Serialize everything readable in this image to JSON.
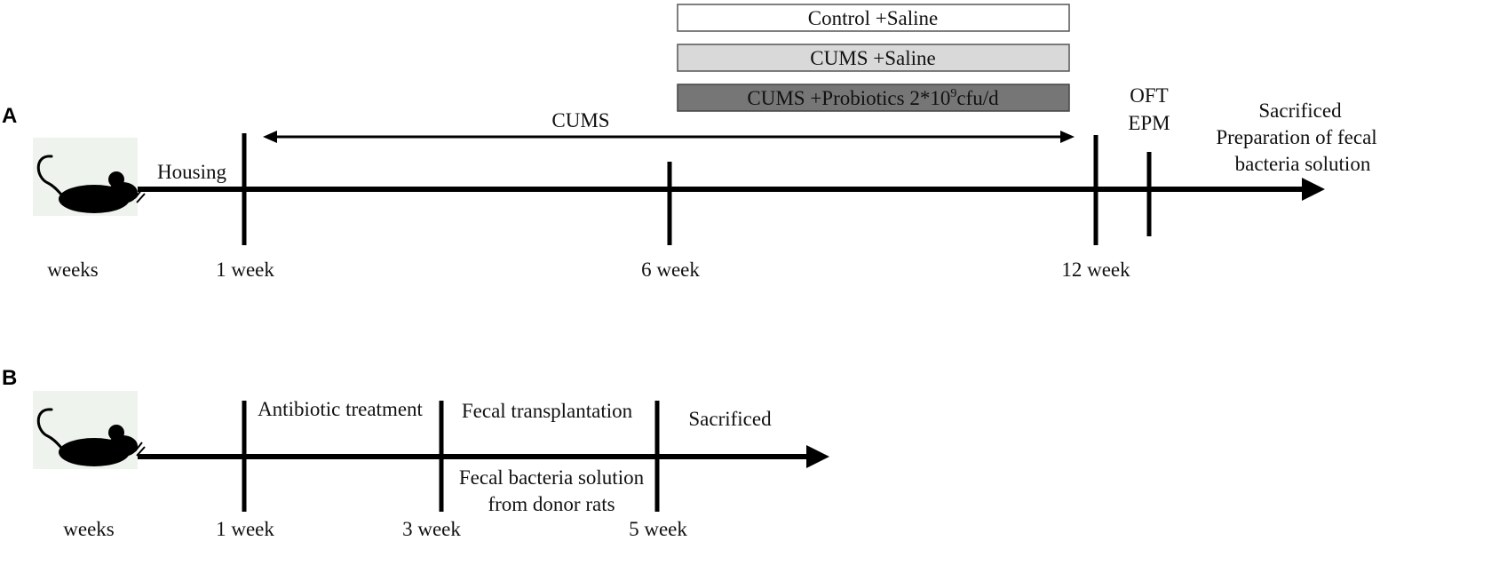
{
  "colors": {
    "line": "#000000",
    "control_box": "#ffffff",
    "cums_saline_box": "#d9d9d9",
    "probiotics_box": "#767676",
    "mouse_bg": "#eef3ee"
  },
  "panel_a": {
    "label": "A",
    "groups": {
      "control": "Control +Saline",
      "cums_saline": "CUMS +Saline",
      "probiotics_prefix": "CUMS +Probiotics 2*10",
      "probiotics_exponent": "9",
      "probiotics_suffix": "cfu/d"
    },
    "cums_label": "CUMS",
    "housing": "Housing",
    "tests": {
      "oft": "OFT",
      "epm": "EPM"
    },
    "end_lines": [
      "Sacrificed",
      "Preparation of fecal",
      "bacteria solution"
    ],
    "axis_label": "weeks",
    "ticks": [
      "1 week",
      "6 week",
      "12 week"
    ],
    "animal_icon": "rat-icon"
  },
  "panel_b": {
    "label": "B",
    "phases": {
      "antibiotic": "Antibiotic treatment",
      "fecal_transplant": "Fecal transplantation",
      "sacrificed": "Sacrificed",
      "donor_line1": "Fecal bacteria solution",
      "donor_line2": "from donor rats"
    },
    "axis_label": "weeks",
    "ticks": [
      "1 week",
      "3 week",
      "5 week"
    ],
    "animal_icon": "rat-icon"
  }
}
